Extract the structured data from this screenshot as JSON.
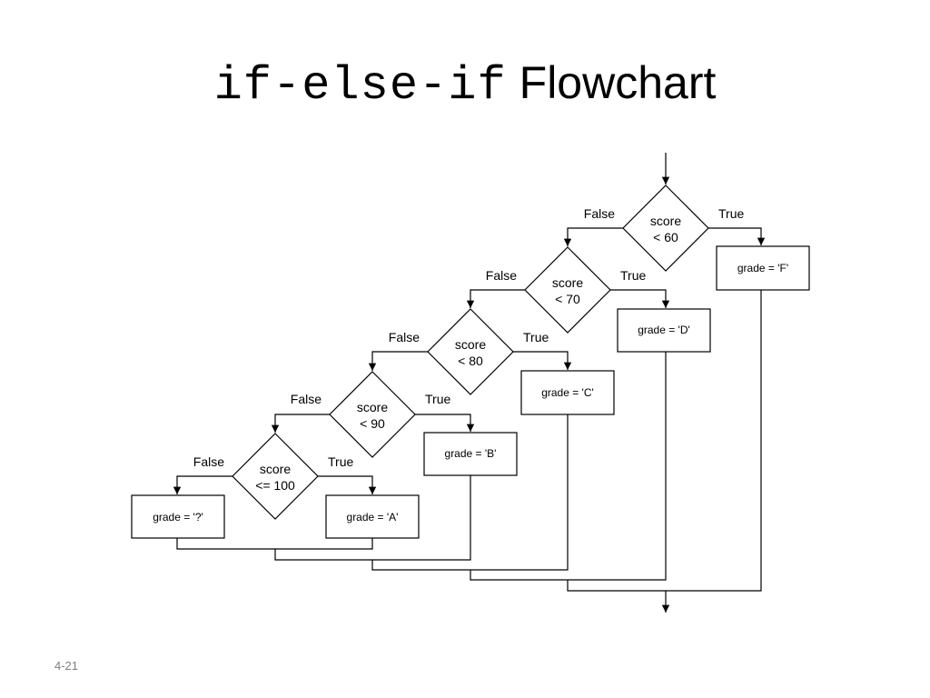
{
  "slide": {
    "title_code": "if-else-if",
    "title_text": "Flowchart",
    "number": "4-21"
  },
  "flowchart": {
    "decisions": [
      {
        "line1": "score",
        "line2": "< 60",
        "true_label": "True",
        "false_label": "False"
      },
      {
        "line1": "score",
        "line2": "< 70",
        "true_label": "True",
        "false_label": "False"
      },
      {
        "line1": "score",
        "line2": "< 80",
        "true_label": "True",
        "false_label": "False"
      },
      {
        "line1": "score",
        "line2": "< 90",
        "true_label": "True",
        "false_label": "False"
      },
      {
        "line1": "score",
        "line2": "<= 100",
        "true_label": "True",
        "false_label": "False"
      }
    ],
    "true_actions": [
      "grade = 'F'",
      "grade = 'D'",
      "grade = 'C'",
      "grade = 'B'",
      "grade = 'A'"
    ],
    "else_action": "grade = '?'"
  }
}
